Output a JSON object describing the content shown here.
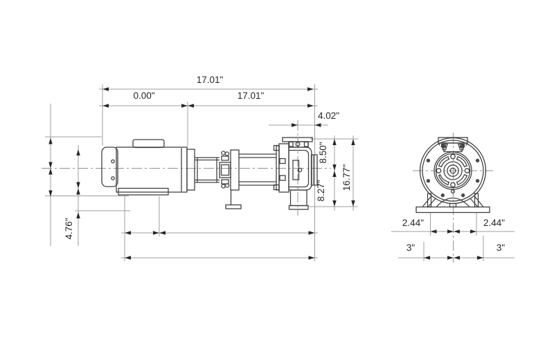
{
  "drawing": {
    "side_view": {
      "labels": {
        "overall_length_top": "17.01\"",
        "motor_face_offset": "0.00\"",
        "pump_length": "17.01\"",
        "suction_to_end": "4.02\"",
        "cl_to_top": "8.50\"",
        "cl_to_bottom": "8.27\"",
        "overall_height": "16.77\"",
        "motor_cl_height": "4.76\""
      }
    },
    "end_view": {
      "labels": {
        "foot_hole_left": "2.44\"",
        "foot_hole_right": "2.44\"",
        "base_left": "3\"",
        "base_right": "3\""
      }
    },
    "colors": {
      "object_line": "#404040",
      "dimension_line": "#9c9c9c",
      "centerline": "#8f8f8f",
      "text": "#262626",
      "background": "#ffffff"
    }
  }
}
